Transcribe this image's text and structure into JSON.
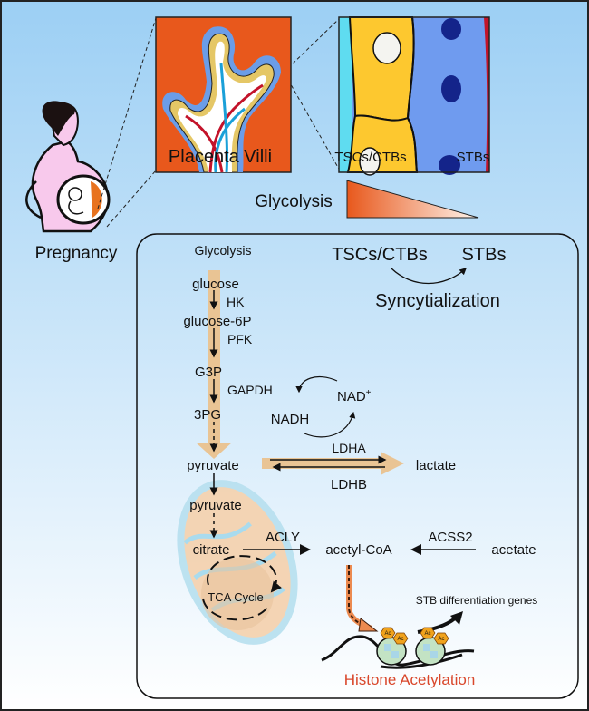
{
  "top": {
    "pregnancy": "Pregnancy",
    "placenta_villi": "Placenta Villi",
    "tscs_ctbs": "TSCs/CTBs",
    "stbs": "STBs",
    "glycolysis": "Glycolysis"
  },
  "panel": {
    "glycolysis_title": "Glycolysis",
    "tscs_ctbs": "TSCs/CTBs",
    "stbs": "STBs",
    "syncytialization": "Syncytialization",
    "glucose": "glucose",
    "hk": "HK",
    "glucose6p": "glucose-6P",
    "pfk": "PFK",
    "g3p": "G3P",
    "gapdh": "GAPDH",
    "pg3": "3PG",
    "nad": "NAD",
    "nad_sup": "+",
    "nadh": "NADH",
    "pyruvate": "pyruvate",
    "ldha": "LDHA",
    "ldhb": "LDHB",
    "lactate": "lactate",
    "pyruvate_mito": "pyruvate",
    "citrate": "citrate",
    "acly": "ACLY",
    "acetyl_coa": "acetyl-CoA",
    "acss2": "ACSS2",
    "acetate": "acetate",
    "tca_cycle": "TCA Cycle",
    "stb_genes": "STB differentiation genes",
    "ac": "Ac",
    "histone_acetylation": "Histone Acetylation"
  },
  "colors": {
    "bg_top": "#9ccff4",
    "bg_bottom": "#ffffff",
    "glycolysis_band": "#e9c494",
    "placenta_bg": "#e8581c",
    "histone_text": "#d9472b",
    "ctb_yellow": "#fdc82f",
    "stb_blue": "#6f9bef",
    "nucleus_blue": "#14248a"
  }
}
